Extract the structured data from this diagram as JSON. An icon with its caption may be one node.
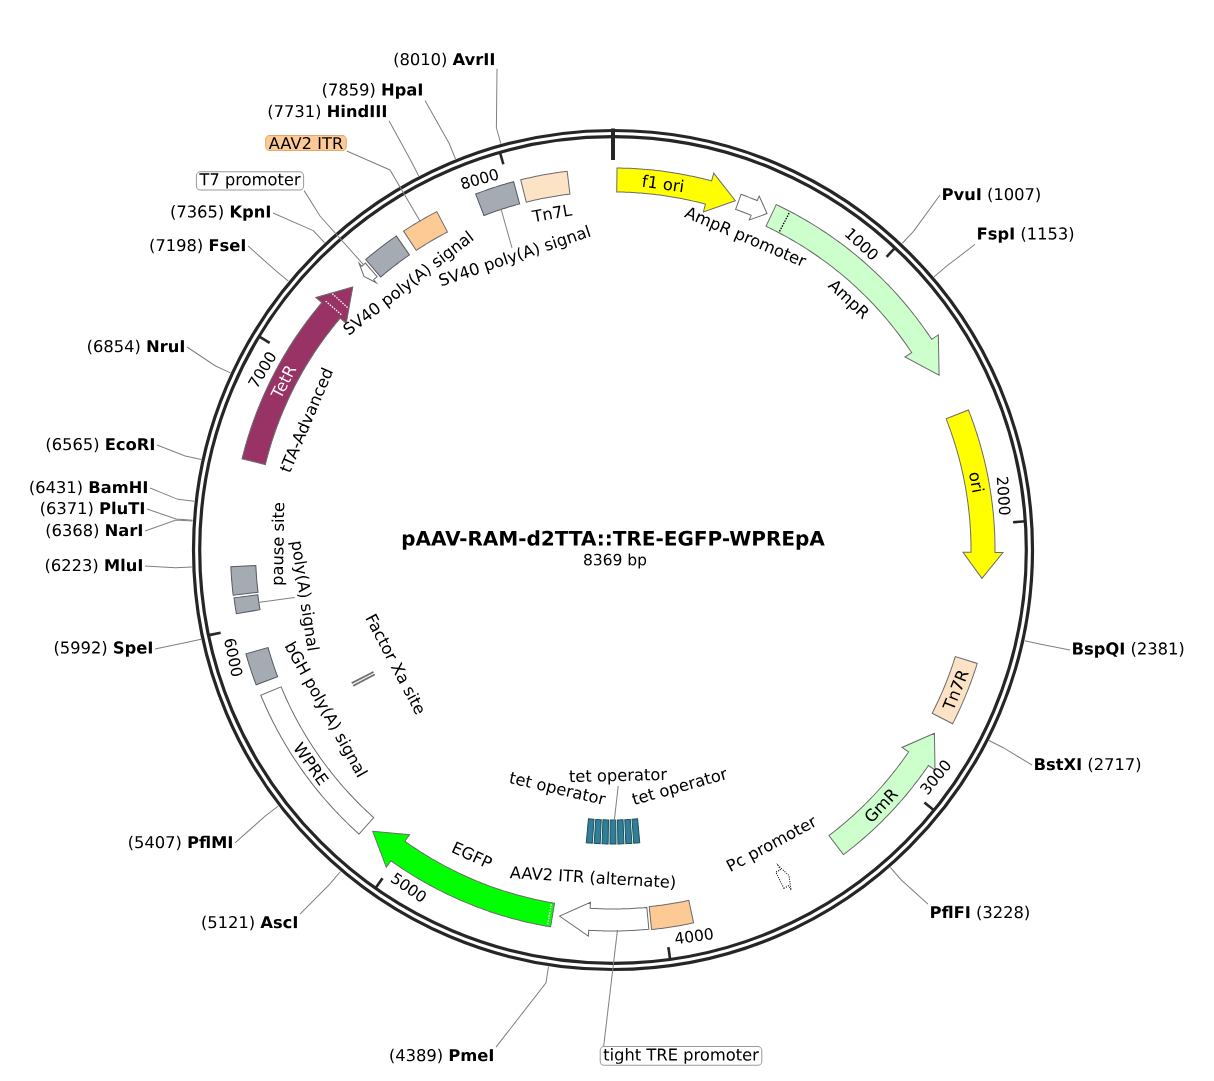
{
  "diagram": {
    "title": "pAAV-RAM-d2TTA::TRE-EGFP-WPREpA",
    "nodes": [
      {
        "text": [
          "f1 ori"
        ]
      },
      {
        "text": [],
        "shape": "arrow",
        "beside": [
          "AmpR promoter"
        ]
      },
      {
        "text": [],
        "shape": "arrow",
        "beside": [
          "AmpR"
        ]
      },
      {
        "text": [
          "ori"
        ]
      },
      {
        "text": [
          "Tn7R"
        ]
      },
      {
        "text": [
          "GmR"
        ]
      },
      {
        "text": [],
        "shape": "arrow",
        "beside": [
          "Pc promoter"
        ]
      },
      {
        "text": [],
        "shape": "box"
      },
      {
        "text": [],
        "shape": "arrow"
      },
      {
        "text": [],
        "shape": "bar"
      },
      {
        "text": [],
        "shape": "arrow",
        "beside": [
          "EGFP"
        ]
      },
      {
        "text": [
          "WPRE"
        ]
      },
      {
        "text": [],
        "shape": "box"
      },
      {
        "text": [],
        "shape": "bar",
        "beside": [
          "Factor Xa site"
        ]
      },
      {
        "text": [],
        "shape": "box"
      },
      {
        "text": [],
        "shape": "box"
      },
      {
        "text": [
          "TetR"
        ],
        "beside": [
          "tTA-Advanced"
        ]
      },
      {
        "text": [],
        "shape": "arrow"
      },
      {
        "text": [],
        "shape": "box",
        "beside": [
          "SV40 poly(A) signal"
        ]
      },
      {
        "text": [],
        "shape": "box"
      },
      {
        "text": [],
        "shape": "box"
      },
      {
        "text": [],
        "shape": "box",
        "beside": [
          "Tn7L"
        ]
      },
      {
        "text": [
          "tight TRE promoter"
        ]
      },
      {
        "text": [
          "tet operator"
        ]
      },
      {
        "text": [
          "poly(A) signal"
        ]
      },
      {
        "text": [
          "T7 promoter"
        ]
      },
      {
        "text": [
          "AAV2 ITR"
        ]
      },
      {
        "text": [
          "SV40 poly(A) signal"
        ]
      },
      {
        "text": [
          "**PvuI** (1007)"
        ]
      },
      {
        "text": [
          "**FspI** (1153)"
        ]
      },
      {
        "text": [
          "**BspQI** (2381)"
        ]
      },
      {
        "text": [
          "**BstXI** (2717)"
        ]
      },
      {
        "text": [
          "**PflFI** (3228)"
        ]
      },
      {
        "text": [
          "(4389) **PmeI**"
        ]
      },
      {
        "text": [
          "(5121) **AscI**"
        ]
      },
      {
        "text": [
          "(5407) **PflMI**"
        ]
      },
      {
        "text": [
          "(5992) **SpeI**"
        ]
      },
      {
        "text": [
          "(6223) **MluI**"
        ]
      },
      {
        "text": [
          "(6368) **NarI**"
        ]
      },
      {
        "text": [
          "(6371) **PluTI**"
        ]
      },
      {
        "text": [
          "(6431) **BamHI**"
        ]
      },
      {
        "text": [
          "(6565) **EcoRI**"
        ]
      },
      {
        "text": [
          "(6854) **NruI**"
        ]
      },
      {
        "text": [
          "(7198) **FseI**"
        ]
      },
      {
        "text": [
          "(7365) **KpnI**"
        ]
      },
      {
        "text": [
          "(7731) **HindIII**"
        ]
      },
      {
        "text": [
          "(7859) **HpaI**"
        ]
      },
      {
        "text": [
          "(8010) **AvrII**"
        ]
      }
    ],
    "edges": [
      {
        "from": 22,
        "to": 8,
        "arrow": "none"
      },
      {
        "from": 23,
        "to": 9,
        "arrow": "none"
      },
      {
        "from": 24,
        "to": 14,
        "arrow": "none"
      },
      {
        "from": 25,
        "to": 17,
        "arrow": "none"
      },
      {
        "from": 26,
        "to": 19,
        "arrow": "none"
      },
      {
        "from": 27,
        "to": 20,
        "arrow": "none"
      },
      {
        "from": 28,
        "to": null,
        "arrow": "none"
      },
      {
        "from": 29,
        "to": null,
        "arrow": "none"
      },
      {
        "from": 30,
        "to": null,
        "arrow": "none"
      },
      {
        "from": 31,
        "to": null,
        "arrow": "none"
      },
      {
        "from": 32,
        "to": null,
        "arrow": "none"
      },
      {
        "from": 33,
        "to": null,
        "arrow": "none"
      },
      {
        "from": 34,
        "to": null,
        "arrow": "none"
      },
      {
        "from": 35,
        "to": null,
        "arrow": "none"
      },
      {
        "from": 36,
        "to": null,
        "arrow": "none"
      },
      {
        "from": 37,
        "to": null,
        "arrow": "none"
      },
      {
        "from": 38,
        "to": null,
        "arrow": "none"
      },
      {
        "from": 39,
        "to": null,
        "arrow": "none"
      },
      {
        "from": 40,
        "to": null,
        "arrow": "none"
      },
      {
        "from": 41,
        "to": null,
        "arrow": "none"
      },
      {
        "from": 42,
        "to": null,
        "arrow": "none"
      },
      {
        "from": 43,
        "to": null,
        "arrow": "none"
      },
      {
        "from": 44,
        "to": null,
        "arrow": "none"
      },
      {
        "from": 45,
        "to": null,
        "arrow": "none"
      },
      {
        "from": 46,
        "to": null,
        "arrow": "none"
      },
      {
        "from": 47,
        "to": null,
        "arrow": "none"
      }
    ],
    "labels": [
      "8369 bp",
      "1000",
      "2000",
      "3000",
      "4000",
      "5000",
      "6000",
      "7000",
      "8000",
      "pause site",
      "bGH poly(A) signal",
      "tet operator",
      "tet operator",
      "AAV2 ITR (alternate)"
    ]
  }
}
